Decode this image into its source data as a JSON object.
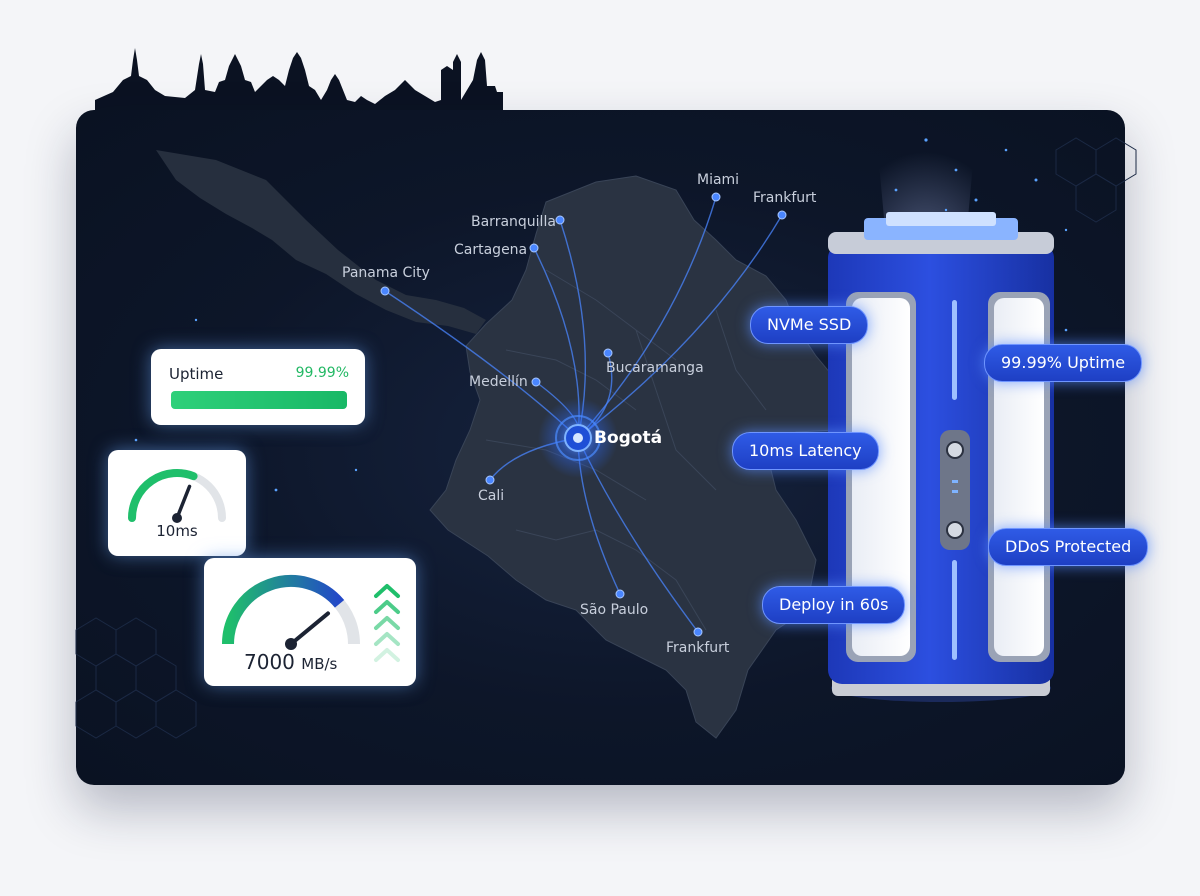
{
  "colors": {
    "panel_bg": "#0d1629",
    "map_fill": "#2a3342",
    "route_line": "#4a86ff",
    "accent_blue": "#2f5be6",
    "uptime_green": "#22b864",
    "gauge_green": "#1fbf6b",
    "gauge_blue": "#2348c8"
  },
  "hub": {
    "label": "Bogotá"
  },
  "cities": [
    {
      "label": "Miami"
    },
    {
      "label": "Frankfurt"
    },
    {
      "label": "Barranquilla"
    },
    {
      "label": "Cartagena"
    },
    {
      "label": "Panama City"
    },
    {
      "label": "Bucaramanga"
    },
    {
      "label": "Medellín"
    },
    {
      "label": "Cali"
    },
    {
      "label": "São Paulo"
    },
    {
      "label": "Frankfurt"
    }
  ],
  "uptime_card": {
    "title": "Uptime",
    "value": "99.99%",
    "fill_percent": 99.99
  },
  "latency_card": {
    "value": "10ms",
    "gauge_level": 0.62
  },
  "speed_card": {
    "value": "7000",
    "unit": "MB/s",
    "gauge_level": 0.78
  },
  "features": [
    {
      "label": "NVMe SSD"
    },
    {
      "label": "99.99% Uptime"
    },
    {
      "label": "10ms Latency"
    },
    {
      "label": "DDoS Protected"
    },
    {
      "label": "Deploy in 60s"
    }
  ],
  "icons": {
    "skyline": "city-skyline-icon",
    "server": "server-tower-icon",
    "speed_arrows": "chevrons-up-icon",
    "gauge": "gauge-icon"
  }
}
